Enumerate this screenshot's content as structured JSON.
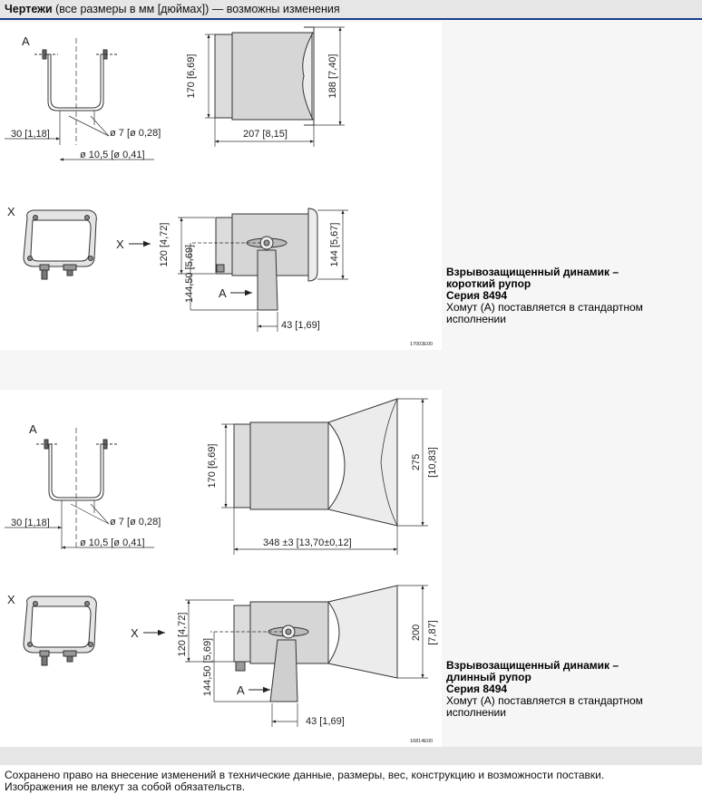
{
  "header": {
    "title_bold": "Чертежи",
    "title_rest": " (все размеры в мм [дюймах]) — возможны изменения"
  },
  "short_horn": {
    "clamp_label": "A",
    "dim_width": "30 [1,18]",
    "dim_hole": "ø 7 [ø 0,28]",
    "dim_base": "ø 10,5 [ø 0,41]",
    "dim_height_body": "170 [6,69]",
    "dim_height_mouth": "188 [7,40]",
    "dim_length": "207 [8,15]",
    "view_label": "X",
    "view_arrow_label": "X",
    "dim_120": "120 [4,72]",
    "dim_144_50": "144,50 [5,69]",
    "dim_144": "144 [5,67]",
    "arrow_a": "A",
    "dim_43": "43 [1,69]",
    "code": "17003E00",
    "caption": {
      "line1": "Взрывозащищенный динамик –",
      "line2": "короткий рупор",
      "line3": "Серия 8494",
      "line4": "Хомут (A) поставляется в стандартном",
      "line5": "исполнении"
    }
  },
  "long_horn": {
    "clamp_label": "A",
    "dim_width": "30 [1,18]",
    "dim_hole": "ø 7 [ø 0,28]",
    "dim_base": "ø 10,5 [ø 0,41]",
    "dim_height_body": "170 [6,69]",
    "dim_mouth_mm": "275",
    "dim_mouth_in": "[10,83]",
    "dim_length": "348 ±3 [13,70±0,12]",
    "view_label": "X",
    "view_arrow_label": "X",
    "dim_120": "120 [4,72]",
    "dim_144_50": "144,50 [5,69]",
    "dim_200_mm": "200",
    "dim_200_in": "[7,87]",
    "arrow_a": "A",
    "dim_43": "43 [1,69]",
    "code": "16814E00",
    "caption": {
      "line1": "Взрывозащищенный динамик –",
      "line2": "длинный рупор",
      "line3": "Серия 8494",
      "line4": "Хомут (A) поставляется в стандартном",
      "line5": "исполнении"
    }
  },
  "footer": {
    "line1": "Сохранено право на внесение изменений в технические данные, размеры, вес, конструкцию и возможности поставки.",
    "line2": "Изображения не влекут за собой обязательств."
  }
}
